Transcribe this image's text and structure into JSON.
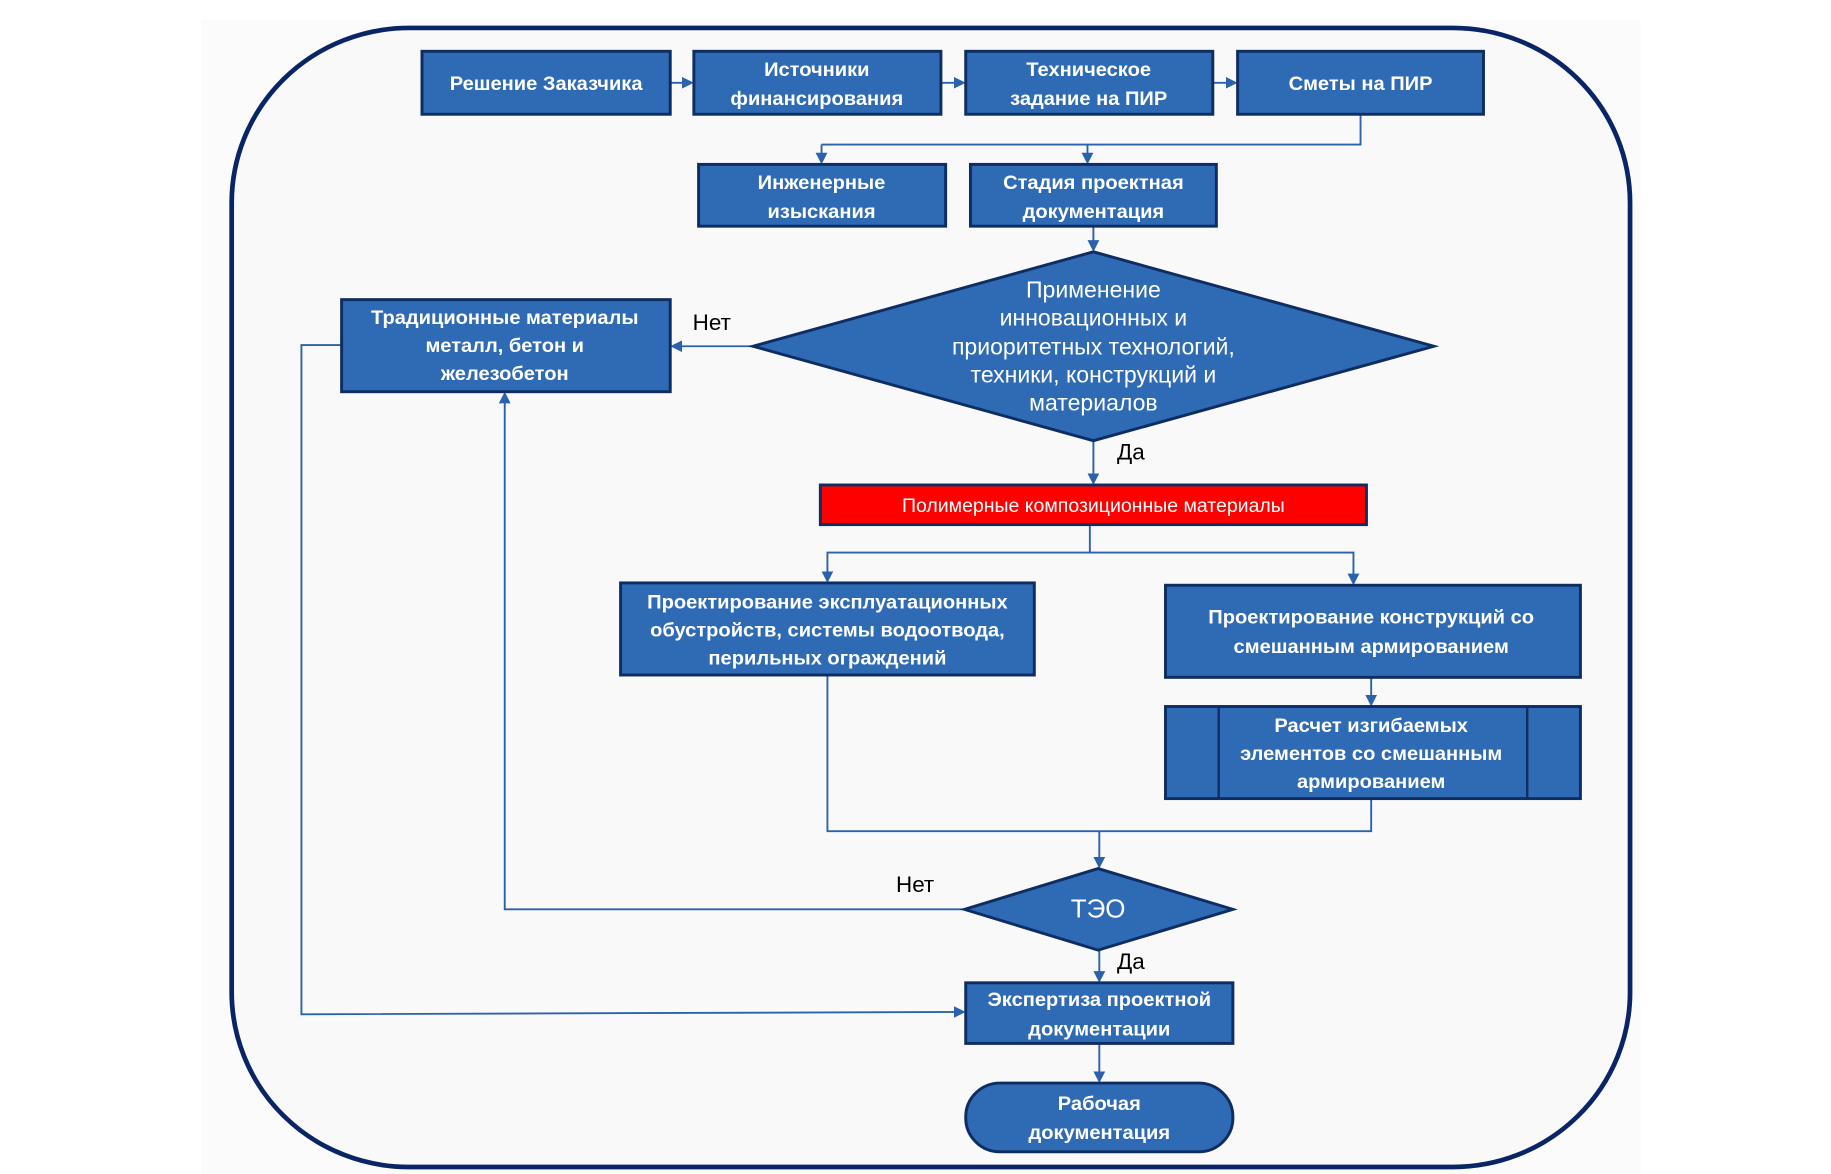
{
  "diagram": {
    "type": "flowchart",
    "colors": {
      "box_fill": "#2f6bb5",
      "box_border": "#0e2d62",
      "highlight_fill": "#ff0000",
      "connector": "#2a62ad",
      "container_border": "#0a2566",
      "text": "#ffffff",
      "label_text": "#000000"
    },
    "nodes": {
      "customer_decision": {
        "shape": "process",
        "lines": [
          "Решение Заказчика"
        ]
      },
      "funding_sources": {
        "shape": "process",
        "lines": [
          "Источники",
          "финансирования"
        ]
      },
      "technical_task": {
        "shape": "process",
        "lines": [
          "Техническое",
          "задание на ПИР"
        ]
      },
      "estimates": {
        "shape": "process",
        "lines": [
          "Сметы на ПИР"
        ]
      },
      "engineering_surveys": {
        "shape": "process",
        "lines": [
          "Инженерные",
          "изыскания"
        ]
      },
      "design_stage": {
        "shape": "process",
        "lines": [
          "Стадия проектная",
          "документация"
        ]
      },
      "innovation_decision": {
        "shape": "decision",
        "lines": [
          "Применение",
          "инновационных и",
          "приоритетных технологий,",
          "техники, конструкций и",
          "материалов"
        ]
      },
      "traditional_materials": {
        "shape": "process",
        "lines": [
          "Традиционные материалы",
          "металл, бетон и",
          "железобетон"
        ]
      },
      "polymer_composites": {
        "shape": "process-highlight",
        "lines": [
          "Полимерные композиционные материалы"
        ]
      },
      "operational_design": {
        "shape": "process",
        "lines": [
          "Проектирование эксплуатационных",
          "обустройств, системы водоотвода,",
          "перильных ограждений"
        ]
      },
      "mixed_reinforcement_design": {
        "shape": "process",
        "lines": [
          "Проектирование конструкций со",
          "смешанным армированием"
        ]
      },
      "bending_calc": {
        "shape": "predefined-process",
        "lines": [
          "Расчет изгибаемых",
          "элементов со смешанным",
          "армированием"
        ]
      },
      "feasibility": {
        "shape": "decision",
        "lines": [
          "ТЭО"
        ]
      },
      "expertise": {
        "shape": "process",
        "lines": [
          "Экспертиза проектной",
          "документации"
        ]
      },
      "working_docs": {
        "shape": "terminator",
        "lines": [
          "Рабочая",
          "документация"
        ]
      }
    },
    "edge_labels": {
      "innovation_no": "Нет",
      "innovation_yes": "Да",
      "feasibility_no": "Нет",
      "feasibility_yes": "Да"
    },
    "edges": [
      {
        "from": "customer_decision",
        "to": "funding_sources"
      },
      {
        "from": "funding_sources",
        "to": "technical_task"
      },
      {
        "from": "technical_task",
        "to": "estimates"
      },
      {
        "from": "estimates",
        "to": "engineering_surveys"
      },
      {
        "from": "estimates",
        "to": "design_stage"
      },
      {
        "from": "design_stage",
        "to": "innovation_decision"
      },
      {
        "from": "innovation_decision",
        "to": "traditional_materials",
        "label": "Нет"
      },
      {
        "from": "innovation_decision",
        "to": "polymer_composites",
        "label": "Да"
      },
      {
        "from": "polymer_composites",
        "to": "operational_design"
      },
      {
        "from": "polymer_composites",
        "to": "mixed_reinforcement_design"
      },
      {
        "from": "mixed_reinforcement_design",
        "to": "bending_calc"
      },
      {
        "from": "operational_design",
        "to": "feasibility"
      },
      {
        "from": "bending_calc",
        "to": "feasibility"
      },
      {
        "from": "feasibility",
        "to": "traditional_materials",
        "label": "Нет"
      },
      {
        "from": "feasibility",
        "to": "expertise",
        "label": "Да"
      },
      {
        "from": "traditional_materials",
        "to": "expertise"
      },
      {
        "from": "expertise",
        "to": "working_docs"
      }
    ]
  }
}
